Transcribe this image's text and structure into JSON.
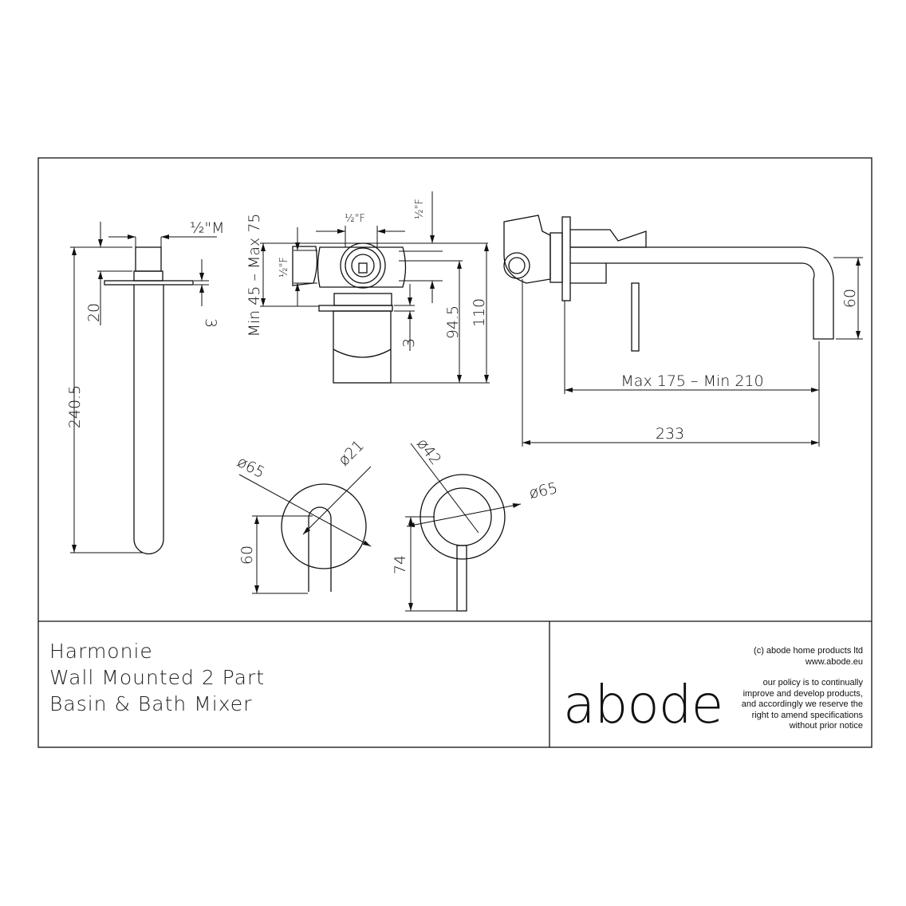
{
  "product": {
    "name": "Harmonie",
    "line2": "Wall Mounted 2 Part",
    "line3": "Basin & Bath Mixer"
  },
  "brand": {
    "logo": "abode",
    "copyright": "(c) abode home products ltd",
    "website": "www.abode.eu",
    "policy": [
      "our policy is to continually",
      "improve and develop products,",
      "and accordingly we reserve the",
      "right to amend specifications",
      "without prior notice"
    ]
  },
  "dimensions": {
    "spout_length": "240.5",
    "spout_thread": "20",
    "spout_flange": "3",
    "spout_thread_size": "½\"M",
    "valve_depth": "Min 45 – Max 75",
    "valve_inlet_top": "½\"F",
    "valve_inlet_side": "½\"F",
    "valve_outlet": "½\"F",
    "valve_flange": "3",
    "valve_height_1": "94.5",
    "valve_height_2": "110",
    "projection": "Max 175 – Min 210",
    "overall": "233",
    "spout_drop": "60",
    "spout_plate_dia": "ø65",
    "spout_dia": "ø21",
    "spout_front_height": "60",
    "handle_plate_dia": "ø65",
    "handle_dia": "ø42",
    "handle_height": "74"
  }
}
